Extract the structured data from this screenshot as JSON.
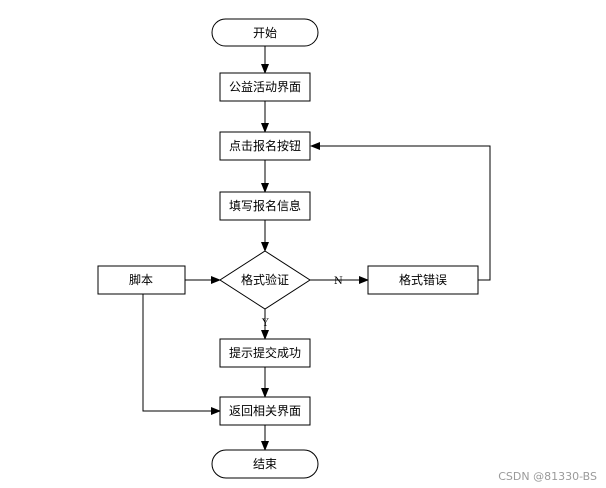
{
  "flowchart": {
    "start": "开始",
    "activity_page": "公益活动界面",
    "click_signup": "点击报名按钮",
    "fill_info": "填写报名信息",
    "format_check": "格式验证",
    "format_error": "格式错误",
    "script": "脚本",
    "submit_success": "提示提交成功",
    "return_page": "返回相关界面",
    "end": "结束",
    "label_no": "N",
    "label_yes": "Y"
  },
  "watermark": "CSDN @81330-BS"
}
